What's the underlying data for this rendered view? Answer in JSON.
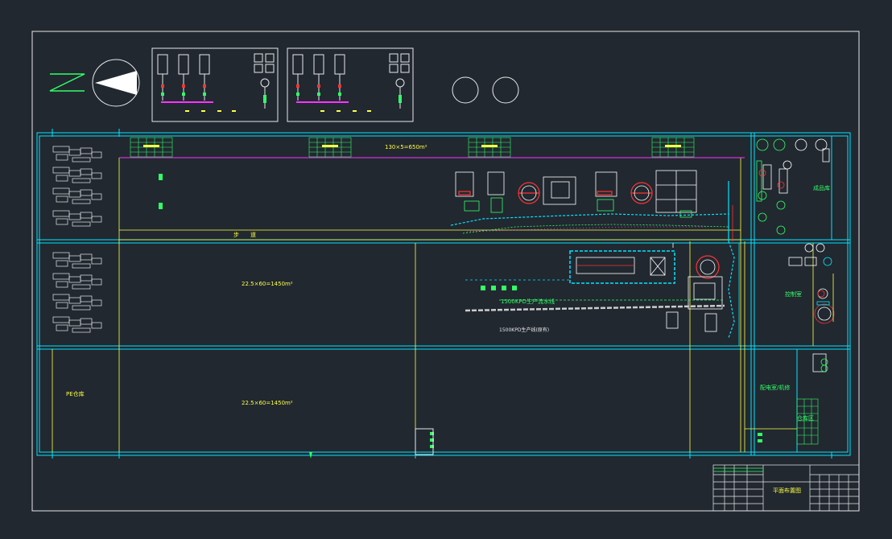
{
  "drawing": {
    "colors": {
      "background": "#212830",
      "frame": "#e8e8e8",
      "wall": "#00e5ff",
      "grid": "#ffff44",
      "equipment": "#ffffff",
      "annotation": "#33ff66",
      "accent": "#ff33ff",
      "pipe_red": "#ff3333"
    },
    "labels": {
      "roof_total": "130×5=650m²",
      "bay_middle": "22.5×60=1450m²",
      "bay_bottom": "22.5×60=1450m²",
      "corridor": "步　　道　　",
      "line_1": "1500KPD生产流水线",
      "line_2": "1500KPD生产线(原有)",
      "store_left": "PE仓库",
      "room_east_top": "成品库",
      "room_east_mid": "控制室",
      "room_east_low": "配电室/机修",
      "room_east_store": "仓库区",
      "title_block_name": "平面布置图"
    },
    "icons": [
      "north-arrow-icon",
      "compass-rose-icon"
    ]
  }
}
